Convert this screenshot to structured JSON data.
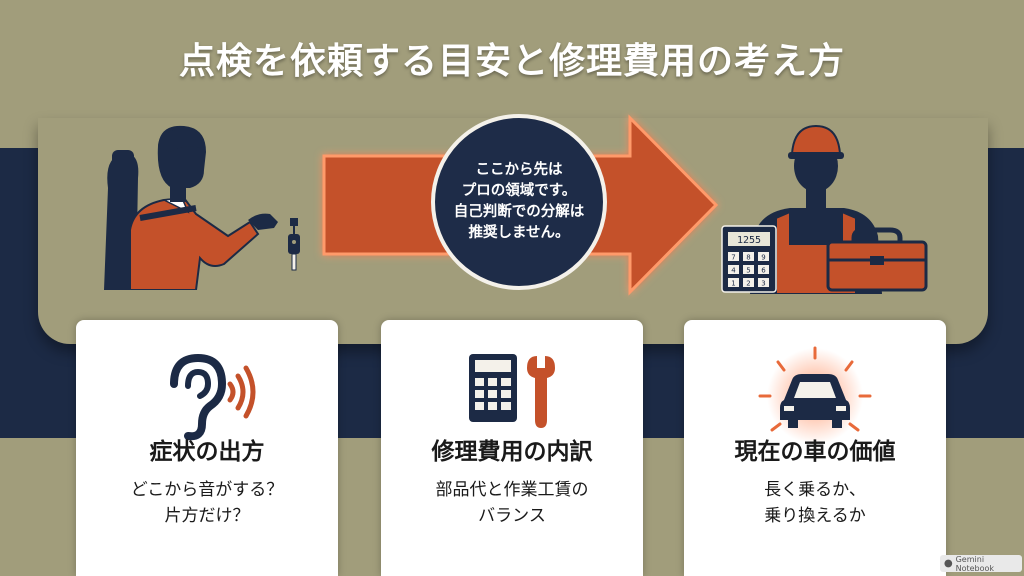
{
  "title": "点検を依頼する目安と修理費用の考え方",
  "speech": {
    "lines": [
      "ここから先は",
      "プロの領域です。",
      "自己判断での分解は",
      "推奨しません。"
    ]
  },
  "calculator_display": "1255",
  "calculator_keys": [
    "7",
    "8",
    "9",
    "4",
    "5",
    "6",
    "1",
    "2",
    "3"
  ],
  "cards": [
    {
      "icon": "ear-sound-icon",
      "title": "症状の出方",
      "desc": [
        "どこから音がする？",
        "片方だけ？"
      ]
    },
    {
      "icon": "calculator-wrench-icon",
      "title": "修理費用の内訳",
      "desc": [
        "部品代と作業工賃の",
        "バランス"
      ]
    },
    {
      "icon": "glowing-car-icon",
      "title": "現在の車の価値",
      "desc": [
        "長く乗るか、",
        "乗り換えるか"
      ]
    }
  ],
  "badge": {
    "label": "Gemini Notebook"
  },
  "colors": {
    "background": "#a19d7b",
    "navy": "#1c2a45",
    "accent_orange": "#c4512a",
    "glow": "#ff9a6a"
  }
}
